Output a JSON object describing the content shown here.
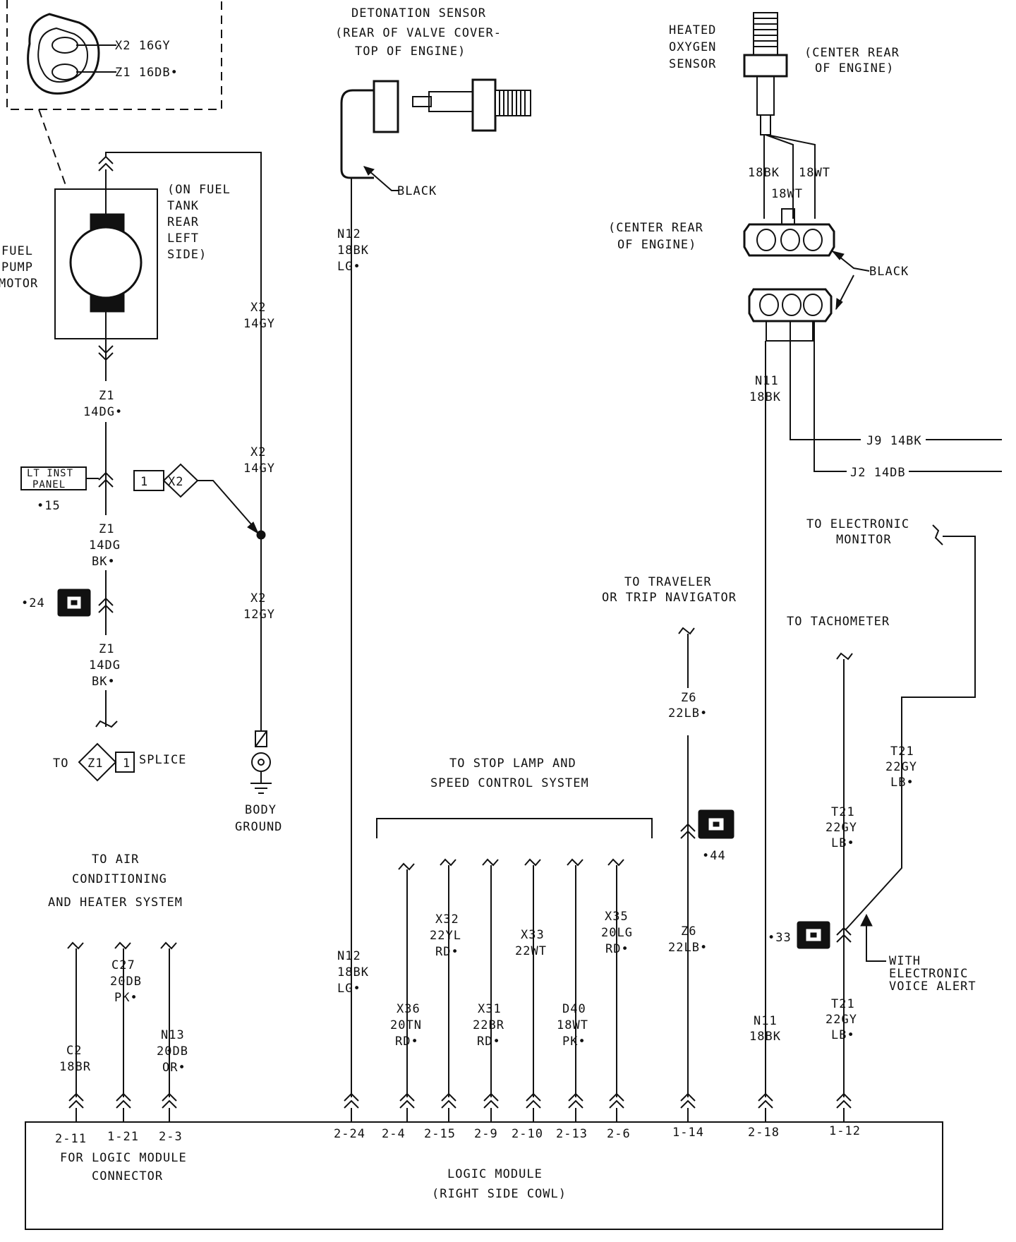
{
  "components": {
    "fuel_pump_connector": {
      "pins": [
        "X2 16GY",
        "Z1 16DB•"
      ]
    },
    "fuel_pump": {
      "name": [
        "FUEL",
        "PUMP",
        "MOTOR"
      ],
      "location": [
        "(ON FUEL",
        "TANK",
        "REAR",
        "LEFT",
        "SIDE)"
      ]
    },
    "detonation_sensor": {
      "name": [
        "DETONATION SENSOR",
        "(REAR OF VALVE COVER-",
        "TOP OF ENGINE)"
      ],
      "connector_color": "BLACK"
    },
    "oxygen_sensor": {
      "name": [
        "HEATED",
        "OXYGEN",
        "SENSOR"
      ],
      "location": [
        "(CENTER REAR",
        "OF ENGINE)"
      ],
      "wires": [
        "18BK",
        "18WT",
        "18WT"
      ]
    },
    "o2_connector": {
      "location": [
        "(CENTER REAR",
        "OF ENGINE)"
      ],
      "color": "BLACK"
    },
    "lt_inst_panel": {
      "label": [
        "LT INST",
        "PANEL"
      ],
      "ref": "•15"
    },
    "splice_x2": {
      "num": "1",
      "code": "X2"
    },
    "splice_z1": {
      "prefix": "TO",
      "code": "Z1",
      "num": "1",
      "suffix": "SPLICE"
    },
    "body_ground": {
      "label": [
        "BODY",
        "GROUND"
      ]
    },
    "connector_refs": {
      "c24": "•24",
      "c44": "•44",
      "c33": "•33"
    },
    "logic_module": {
      "name": [
        "LOGIC MODULE",
        "(RIGHT SIDE COWL)"
      ],
      "note": [
        "FOR LOGIC MODULE",
        "CONNECTOR"
      ]
    }
  },
  "wires": {
    "fp_x2": [
      "X2",
      "14GY"
    ],
    "fp_x2_mid": [
      "X2",
      "14GY"
    ],
    "fp_x2_low": [
      "X2",
      "12GY"
    ],
    "fp_z1_a": [
      "Z1",
      "14DG•"
    ],
    "fp_z1_b": [
      "Z1",
      "14DG",
      "BK•"
    ],
    "fp_z1_c": [
      "Z1",
      "14DG",
      "BK•"
    ],
    "det_n12_top": [
      "N12",
      "18BK",
      "LG•"
    ],
    "det_n12_low": [
      "N12",
      "18BK",
      "LG•"
    ],
    "o2_n11_top": [
      "N11",
      "18BK"
    ],
    "o2_n11_low": [
      "N11",
      "18BK"
    ],
    "j9": "J9  14BK",
    "j2": "J2  14DB",
    "c2": [
      "C2",
      "18BR"
    ],
    "c27": [
      "C27",
      "20DB",
      "PK•"
    ],
    "n13": [
      "N13",
      "20DB",
      "OR•"
    ],
    "x36": [
      "X36",
      "20TN",
      "RD•"
    ],
    "x32": [
      "X32",
      "22YL",
      "RD•"
    ],
    "x31": [
      "X31",
      "22BR",
      "RD•"
    ],
    "x33": [
      "X33",
      "22WT"
    ],
    "d40": [
      "D40",
      "18WT",
      "PK•"
    ],
    "x35": [
      "X35",
      "20LG",
      "RD•"
    ],
    "z6_top": [
      "Z6",
      "22LB•"
    ],
    "z6_low": [
      "Z6",
      "22LB•"
    ],
    "t21_right": [
      "T21",
      "22GY",
      "LB•"
    ],
    "t21_mid": [
      "T21",
      "22GY",
      "LB•"
    ],
    "t21_low": [
      "T21",
      "22GY",
      "LB•"
    ]
  },
  "destinations": {
    "air_cond": [
      "TO AIR",
      "CONDITIONING",
      "AND HEATER SYSTEM"
    ],
    "stop_lamp": [
      "TO STOP LAMP AND",
      "SPEED CONTROL SYSTEM"
    ],
    "traveler": [
      "TO TRAVELER",
      "OR TRIP NAVIGATOR"
    ],
    "tachometer": "TO TACHOMETER",
    "elec_monitor": [
      "TO ELECTRONIC",
      "MONITOR"
    ],
    "voice_alert": [
      "WITH",
      "ELECTRONIC",
      "VOICE ALERT"
    ]
  },
  "pins": [
    "2-11",
    "1-21",
    "2-3",
    "2-24",
    "2-4",
    "2-15",
    "2-9",
    "2-10",
    "2-13",
    "2-6",
    "1-14",
    "2-18",
    "1-12"
  ]
}
